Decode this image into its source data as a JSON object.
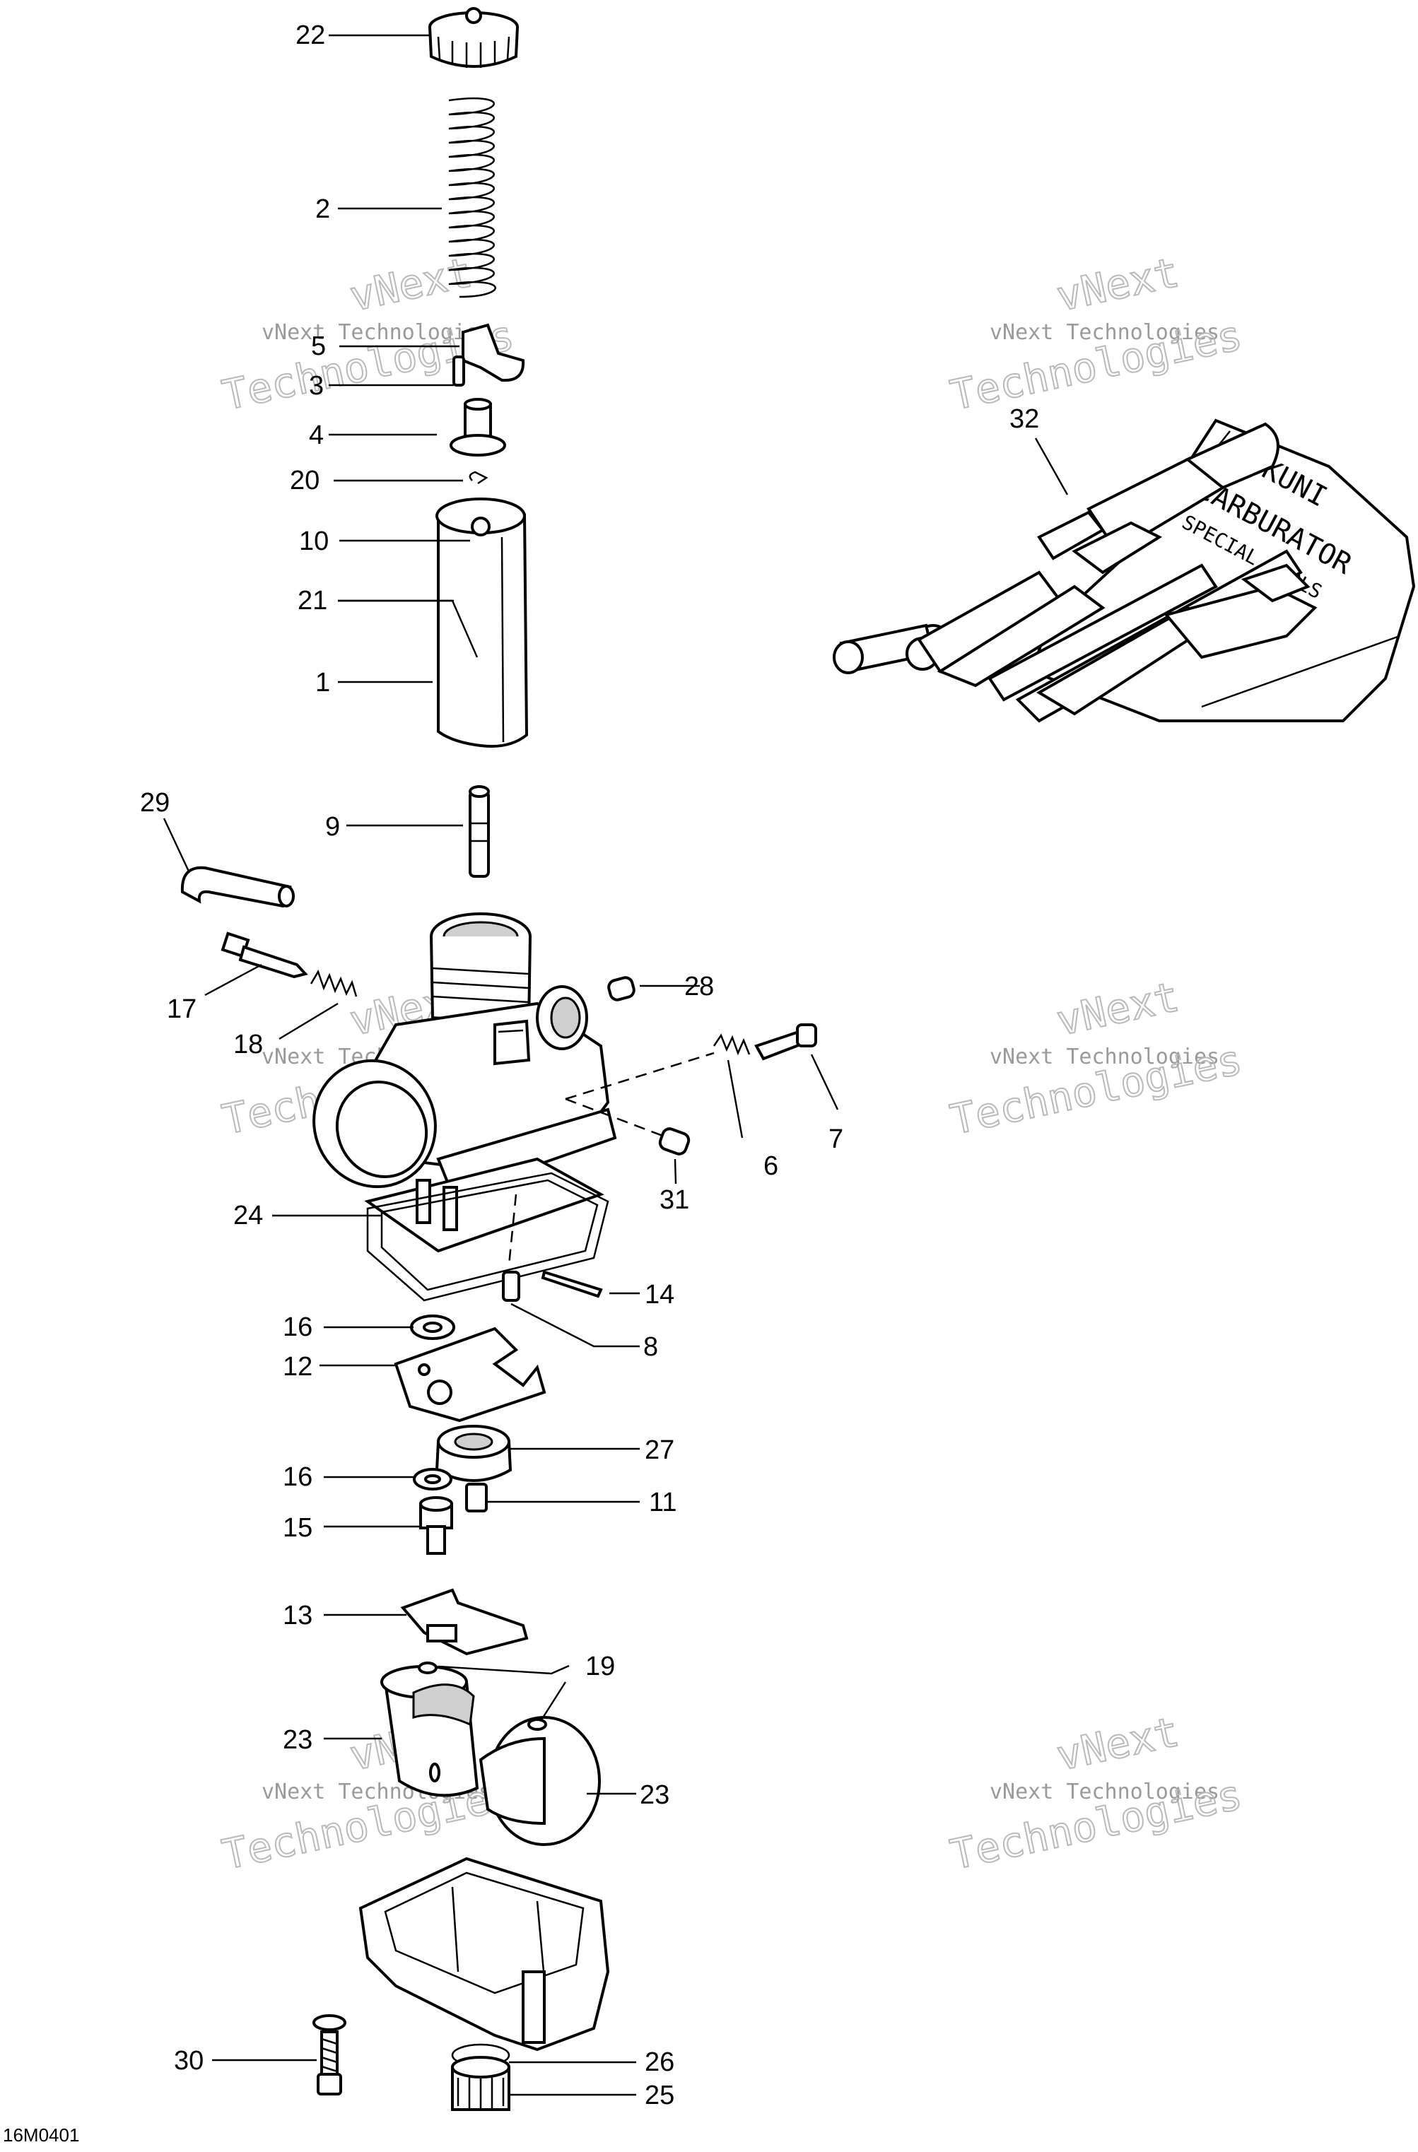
{
  "diagram": {
    "reference_code": "16M0401",
    "watermark": {
      "line1": "vNext Technologies",
      "line2": "vNext",
      "line3": "Technologies"
    },
    "callouts": [
      {
        "id": "22",
        "label": "22"
      },
      {
        "id": "2",
        "label": "2"
      },
      {
        "id": "5",
        "label": "5"
      },
      {
        "id": "3",
        "label": "3"
      },
      {
        "id": "4",
        "label": "4"
      },
      {
        "id": "20",
        "label": "20"
      },
      {
        "id": "10",
        "label": "10"
      },
      {
        "id": "21",
        "label": "21"
      },
      {
        "id": "1",
        "label": "1"
      },
      {
        "id": "29",
        "label": "29"
      },
      {
        "id": "9",
        "label": "9"
      },
      {
        "id": "17",
        "label": "17"
      },
      {
        "id": "28",
        "label": "28"
      },
      {
        "id": "18",
        "label": "18"
      },
      {
        "id": "6",
        "label": "6"
      },
      {
        "id": "7",
        "label": "7"
      },
      {
        "id": "31",
        "label": "31"
      },
      {
        "id": "24",
        "label": "24"
      },
      {
        "id": "14",
        "label": "14"
      },
      {
        "id": "8",
        "label": "8"
      },
      {
        "id": "16a",
        "label": "16"
      },
      {
        "id": "12",
        "label": "12"
      },
      {
        "id": "27",
        "label": "27"
      },
      {
        "id": "16b",
        "label": "16"
      },
      {
        "id": "11",
        "label": "11"
      },
      {
        "id": "15",
        "label": "15"
      },
      {
        "id": "13",
        "label": "13"
      },
      {
        "id": "19",
        "label": "19"
      },
      {
        "id": "23a",
        "label": "23"
      },
      {
        "id": "23b",
        "label": "23"
      },
      {
        "id": "30",
        "label": "30"
      },
      {
        "id": "26",
        "label": "26"
      },
      {
        "id": "25",
        "label": "25"
      },
      {
        "id": "32",
        "label": "32"
      }
    ],
    "tool_kit_print": {
      "line1": "MIKUNI",
      "line2": "CARBURATOR",
      "line3": "SPECIAL TOOLS"
    }
  }
}
